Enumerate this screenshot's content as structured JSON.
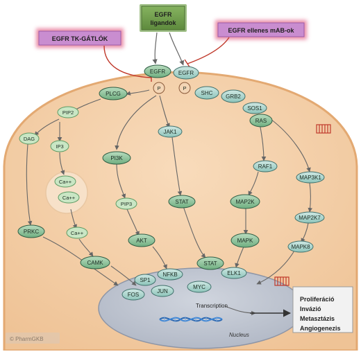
{
  "boxes": {
    "ligand_line1": "EGFR",
    "ligand_line2": "ligandok",
    "tk": "EGFR TK-GÁTLÓK",
    "mab": "EGFR ellenes mAB-ok"
  },
  "nodes": {
    "egfr1": "EGFR",
    "egfr2": "EGFR",
    "p1": "P",
    "p2": "P",
    "plcg": "PLCG",
    "shc": "SHC",
    "grb2": "GRB2",
    "sos1": "SOS1",
    "ras": "RAS",
    "pip2": "PIP2",
    "dag": "DAG",
    "ip3": "IP3",
    "ca1": "Ca++",
    "ca2": "Ca++",
    "ca3": "Ca++",
    "prkc": "PRKC",
    "camk": "CAMK",
    "pi3k": "PI3K",
    "pip3": "PIP3",
    "akt": "AKT",
    "jak1": "JAK1",
    "stat1": "STAT",
    "raf1": "RAF1",
    "map2k": "MAP2K",
    "mapk": "MAPK",
    "map3k1": "MAP3K1",
    "map2k7": "MAP2K7",
    "mapk8": "MAPK8",
    "nfkb": "NFKB",
    "stat2": "STAT",
    "sp1": "SP1",
    "jun": "JUN",
    "myc": "MYC",
    "elk1": "ELK1",
    "fos": "FOS"
  },
  "nucleus": {
    "transcription": "Transcription",
    "label": "Nucleus"
  },
  "outcomes": [
    "Proliferáció",
    "Invázió",
    "Metasztázis",
    "Angiogenezis"
  ],
  "credit": "© PharmGKB",
  "colors": {
    "cell": "#f5d2a9",
    "cell_edge": "#e0a76a",
    "membrane": "#ecc191",
    "green_node": "#8ec49a",
    "teal_node": "#a9d4cc",
    "node_edge": "#2f5e44",
    "ligand_box": "#6f9a4b",
    "pink_box": "#c98dd0",
    "pink_glow": "#e8809e",
    "nucleus": "#bdc3cf",
    "inhibit": "#c0392b",
    "arrow": "#666666"
  },
  "icons": {
    "receptor": "membrane-channel-icon",
    "dna": "dna-helix-icon"
  }
}
